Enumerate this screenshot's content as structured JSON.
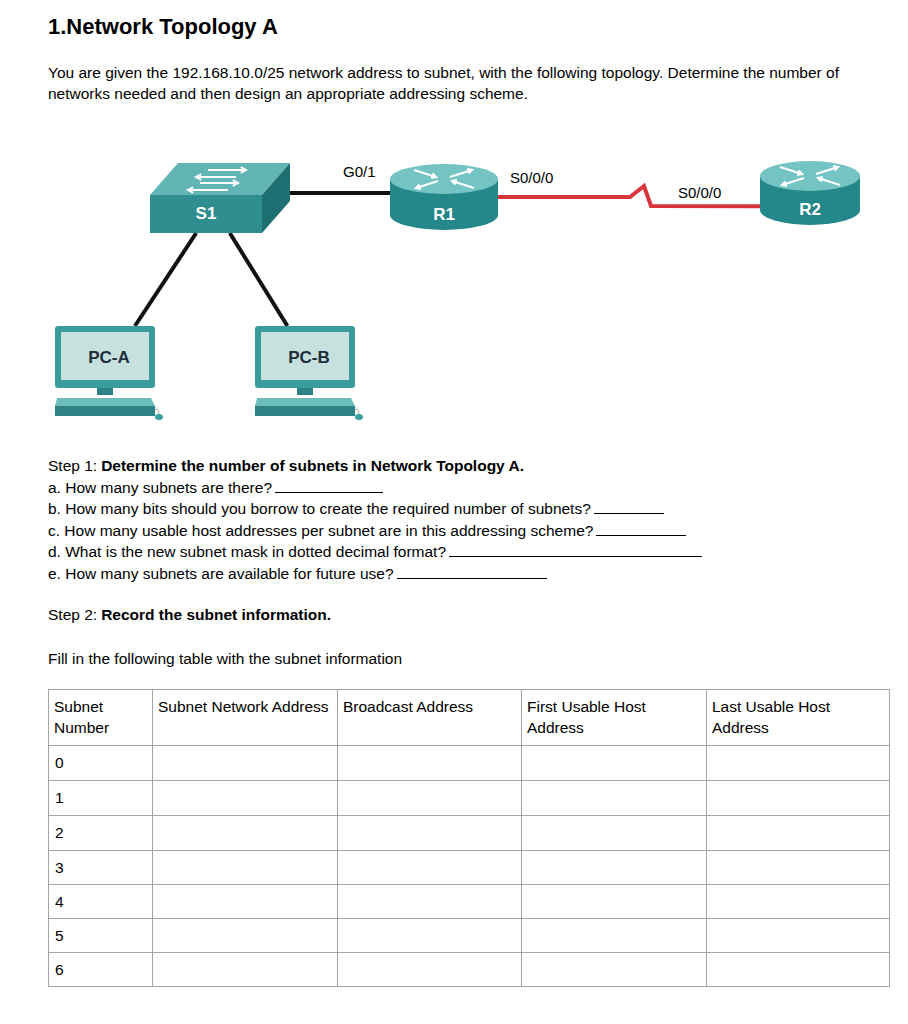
{
  "diagram": {
    "title": "1.Network Topology A",
    "nodes": [
      {
        "text": [
          "S1"
        ]
      },
      {
        "text": [
          "R1"
        ]
      },
      {
        "text": [
          "R2"
        ]
      },
      {
        "text": [
          "PC-A"
        ]
      },
      {
        "text": [
          "PC-B"
        ]
      }
    ],
    "edges": [
      {
        "from": 0,
        "to": 1,
        "arrow": "none"
      },
      {
        "from": 1,
        "to": 2,
        "arrow": "none"
      },
      {
        "from": 0,
        "to": 3,
        "arrow": "none"
      },
      {
        "from": 0,
        "to": 4,
        "arrow": "none"
      }
    ],
    "labels": [
      "You are given the 192.168.10.0/25 network address to subnet, with the following topology. Determine the number of networks needed and then design an appropriate addressing scheme.",
      "G0/1",
      "S0/0/0",
      "S0/0/0",
      "Step 1:",
      "Determine the number of subnets in Network Topology A.",
      "a. How many subnets are there?",
      "b. How many bits should you borrow to create the required number of subnets?",
      "c. How many usable host addresses per subnet are in this addressing scheme?",
      "d. What is the new subnet mask in dotted decimal format?",
      "e. How many subnets are available for future use?",
      "Step 2:",
      "Record the subnet information.",
      "Fill in the following table with the subnet information",
      "Subnet Number",
      "Subnet Network Address",
      "Broadcast Address",
      "First Usable Host Address",
      "Last Usable Host Address",
      "0",
      "1",
      "2",
      "3",
      "4",
      "5",
      "6"
    ]
  }
}
